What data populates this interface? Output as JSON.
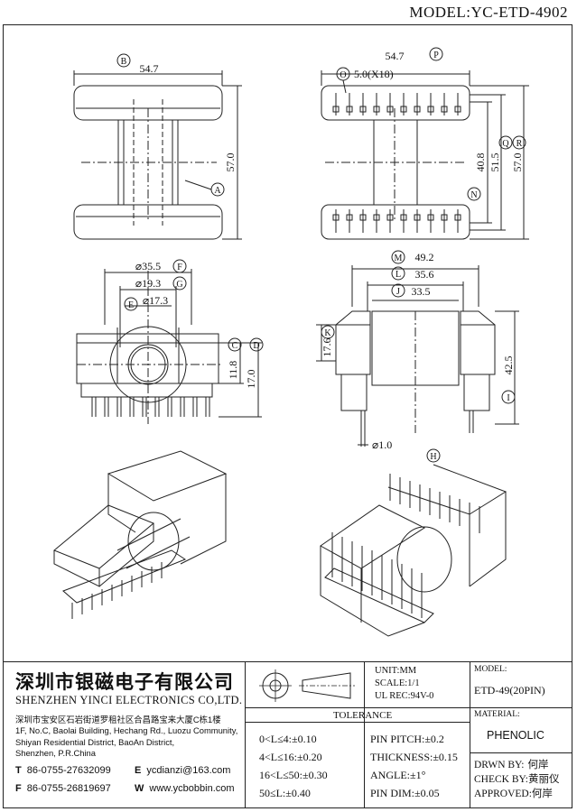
{
  "header": {
    "model": "MODEL:YC-ETD-4902"
  },
  "drawing": {
    "top_left": {
      "dim_width": "54.7",
      "dim_height": "57.0",
      "tag_b": "B",
      "tag_a": "A"
    },
    "top_right": {
      "dim_width": "54.7",
      "tag_p": "P",
      "pitch": "5.0(X18)",
      "tag_o": "O",
      "dim_40": "40.8",
      "dim_51": "51.5",
      "dim_57": "57.0",
      "tag_q": "Q",
      "tag_r": "R",
      "tag_n": "N"
    },
    "front": {
      "d1": "⌀35.5",
      "d2": "⌀19.3",
      "d3": "⌀17.3",
      "h1": "11.8",
      "h2": "17.0",
      "tag_f": "F",
      "tag_g": "G",
      "tag_e": "E",
      "tag_c": "C",
      "tag_d": "D"
    },
    "side": {
      "w1": "49.2",
      "w2": "35.6",
      "w3": "33.5",
      "h1": "17.6",
      "h2": "42.5",
      "pin": "⌀1.0",
      "tag_m": "M",
      "tag_l": "L",
      "tag_j": "J",
      "tag_k": "K",
      "tag_i": "I",
      "tag_h": "H"
    }
  },
  "title_block": {
    "company_cn": "深圳市银磁电子有限公司",
    "company_en": "SHENZHEN YINCI ELECTRONICS CO,LTD.",
    "address_lines": [
      "深圳市宝安区石岩街道罗租社区合昌路宝来大厦C栋1楼",
      "1F, No.C, Baolai Building, Hechang Rd., Luozu Community,",
      "Shiyan Residential District, BaoAn District,",
      "Shenzhen, P.R.China"
    ],
    "tel_label": "T",
    "tel": "86-0755-27632099",
    "fax_label": "F",
    "fax": "86-0755-26819697",
    "email_label": "E",
    "email": "ycdianzi@163.com",
    "web_label": "W",
    "web": "www.ycbobbin.com",
    "unit": "UNIT:MM",
    "scale": "SCALE:1/1",
    "ul": "UL REC:94V-0",
    "tolerance_title": "TOLERANCE",
    "tolerance_left": [
      "0<L≤4:±0.10",
      "4<L≤16:±0.20",
      "16<L≤50:±0.30",
      "50≤L:±0.40"
    ],
    "tolerance_right": [
      "PIN PITCH:±0.2",
      "THICKNESS:±0.15",
      "ANGLE:±1°",
      "PIN DIM:±0.05"
    ],
    "model_label": "MODEL:",
    "model_value": "ETD-49(20PIN)",
    "material_label": "MATERIAL:",
    "material_value": "PHENOLIC",
    "drwn_label": "DRWN BY:",
    "drwn": "何岸",
    "check_label": "CHECK BY:",
    "check": "黄丽仪",
    "approved_label": "APPROVED:",
    "approved": "何岸"
  }
}
